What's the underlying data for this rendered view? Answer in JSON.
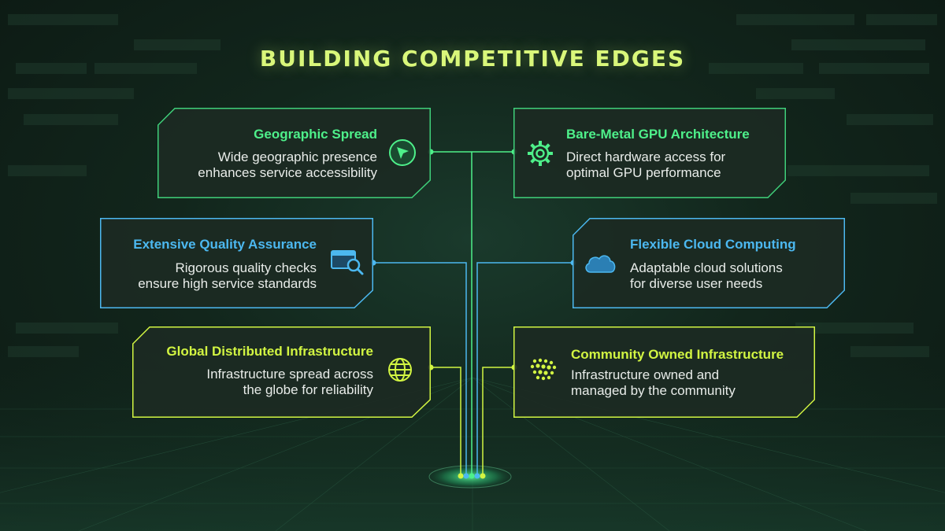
{
  "title": "BUILDING COMPETITIVE EDGES",
  "colors": {
    "green": "#4ef08a",
    "blue": "#4cb8f0",
    "lime": "#d2f542",
    "card_fill": "#1c2a23",
    "background": "#12261c"
  },
  "cards": {
    "geographic": {
      "title": "Geographic Spread",
      "line1": "Wide geographic presence",
      "line2": "enhances service accessibility",
      "icon": "compass-icon"
    },
    "baremetal": {
      "title": "Bare-Metal GPU Architecture",
      "line1": "Direct hardware access for",
      "line2": "optimal GPU performance",
      "icon": "gear-icon"
    },
    "quality": {
      "title": "Extensive Quality Assurance",
      "line1": "Rigorous quality checks",
      "line2": "ensure high service standards",
      "icon": "search-window-icon"
    },
    "cloud": {
      "title": "Flexible Cloud Computing",
      "line1": "Adaptable cloud solutions",
      "line2": "for diverse user needs",
      "icon": "cloud-icon"
    },
    "global": {
      "title": "Global Distributed Infrastructure",
      "line1": "Infrastructure spread across",
      "line2": "the globe for reliability",
      "icon": "globe-icon"
    },
    "community": {
      "title": "Community Owned Infrastructure",
      "line1": "Infrastructure owned and",
      "line2": "managed by the community",
      "icon": "dots-cluster-icon"
    }
  }
}
